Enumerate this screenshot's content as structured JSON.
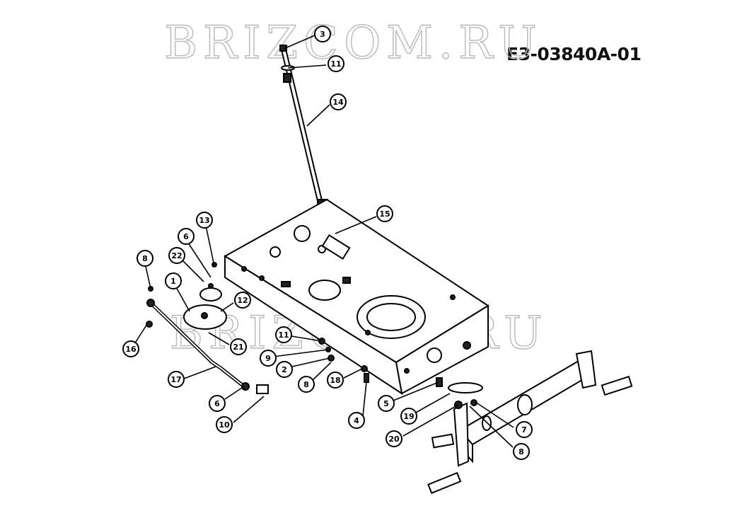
{
  "watermark": "BRIZCOM.RU",
  "diagram_code": "E3-03840A-01",
  "callouts": [
    "3",
    "11",
    "14",
    "15",
    "13",
    "6",
    "22",
    "8",
    "1",
    "12",
    "16",
    "21",
    "11",
    "9",
    "2",
    "8",
    "18",
    "17",
    "6",
    "10",
    "4",
    "5",
    "19",
    "20",
    "7",
    "8"
  ]
}
